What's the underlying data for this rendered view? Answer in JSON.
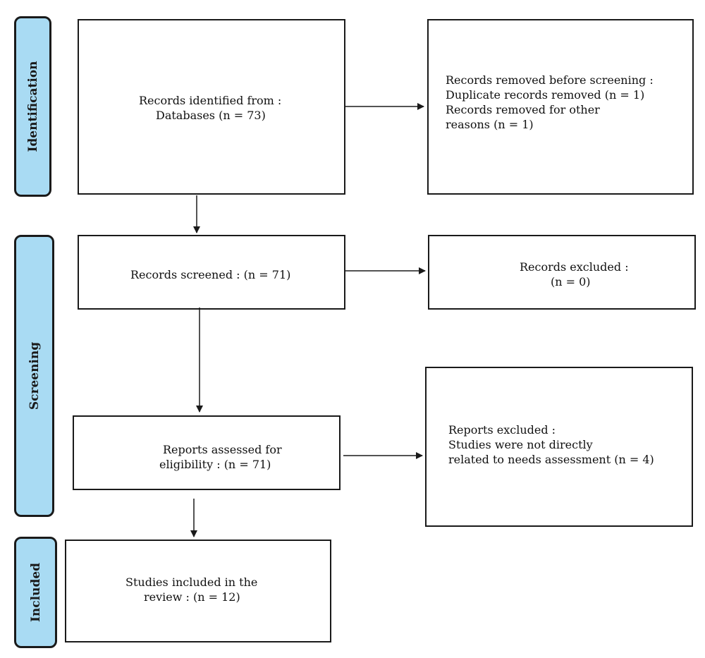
{
  "phases": {
    "identification": "Identification",
    "screening": "Screening",
    "included": "Included"
  },
  "boxes": {
    "records_identified": {
      "line1": "Records identified from :",
      "line2": "Databases (n = 73)"
    },
    "records_removed": {
      "line1": "Records removed before screening :",
      "line2": "Duplicate records removed (n = 1)",
      "line3": "Records removed for other",
      "line4": "reasons (n = 1)"
    },
    "records_screened": {
      "line1": "Records screened : (n = 71)"
    },
    "records_excluded": {
      "line1": "Records excluded :",
      "line2": "(n = 0)"
    },
    "reports_assessed": {
      "line1": "Reports assessed for",
      "line2": "eligibility : (n = 71)"
    },
    "reports_excluded": {
      "line1": "Reports excluded :",
      "line2": "Studies were not directly",
      "line3": "related to needs assessment (n = 4)"
    },
    "studies_included": {
      "line1": "Studies included in the",
      "line2": "review : (n = 12)"
    }
  },
  "colors": {
    "phase_fill": "#a9dbf3",
    "stroke": "#1a1a1a"
  }
}
